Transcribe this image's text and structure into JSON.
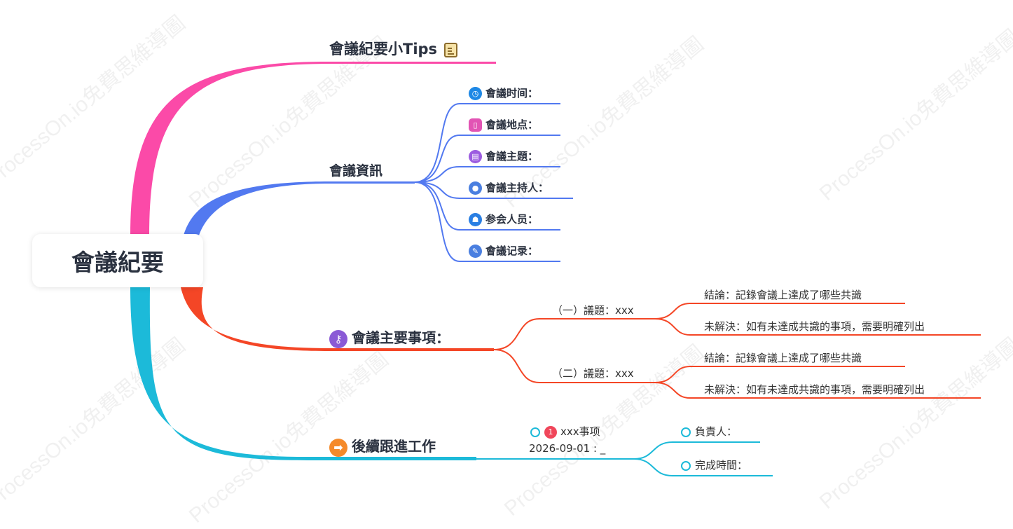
{
  "watermark": "ProcessOn.io免費思維導圖",
  "colors": {
    "pink": "#fb4aa8",
    "blue": "#5279f0",
    "red": "#f44626",
    "cyan": "#1cbad9"
  },
  "root": {
    "label": "會議紀要"
  },
  "branches": {
    "tips": {
      "label": "會議紀要小Tips",
      "icon": "document-icon"
    },
    "info": {
      "label": "會議資訊",
      "items": [
        {
          "label": "會議时间：",
          "icon": "clock-icon",
          "color": "#1e88e5"
        },
        {
          "label": "會議地点：",
          "icon": "phone-icon",
          "color": "#e254b4"
        },
        {
          "label": "會議主題：",
          "icon": "calendar-icon",
          "color": "#9c5ce0"
        },
        {
          "label": "會議主持人：",
          "icon": "user-icon",
          "color": "#4a7fe0"
        },
        {
          "label": "参会人员：",
          "icon": "group-icon",
          "color": "#2a7fe3"
        },
        {
          "label": "會議记录：",
          "icon": "pencil-icon",
          "color": "#4a7fe0"
        }
      ]
    },
    "main": {
      "label": "會議主要事項：",
      "icon": "key-icon",
      "topics": [
        {
          "label": "（一）議題：xxx",
          "conclusion": "結論：記錄會議上達成了哪些共識",
          "unresolved": "未解決：如有未達成共識的事項，需要明確列出"
        },
        {
          "label": "（二）議題：xxx",
          "conclusion": "結論：記錄會議上達成了哪些共識",
          "unresolved": "未解決：如有未達成共識的事項，需要明確列出"
        }
      ]
    },
    "followup": {
      "label": "後續跟進工作",
      "icon": "arrow-right-icon",
      "task": {
        "number": "1",
        "title": "xxx事项",
        "date": "2026-09-01 : _",
        "owner": "負責人：",
        "done": "完成時間："
      }
    }
  }
}
